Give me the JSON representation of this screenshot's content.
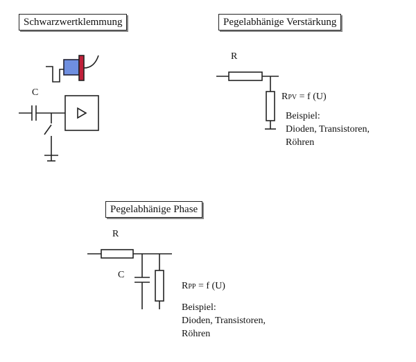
{
  "sections": {
    "clamp": {
      "title": "Schwarzwertklemmung",
      "cap_label": "C"
    },
    "pv": {
      "title": "Pegelabhänige Verstärkung",
      "r_label": "R",
      "formula_r": "R",
      "formula_sub": "PV",
      "formula_rest": " = f (U)",
      "example_label": "Beispiel:",
      "example_line1": "Dioden, Transistoren,",
      "example_line2": "Röhren"
    },
    "pp": {
      "title": "Pegelabhänige Phase",
      "r_label": "R",
      "c_label": "C",
      "formula_r": "R",
      "formula_sub": "PP",
      "formula_rest": " = f (U)",
      "example_label": "Beispiel:",
      "example_line1": "Dioden, Transistoren,",
      "example_line2": "Röhren"
    }
  },
  "colors": {
    "line": "#222222",
    "clamp_blue": "#6f8fe0",
    "clamp_red": "#c0203a",
    "amp_icon": "triangle-play-icon"
  }
}
